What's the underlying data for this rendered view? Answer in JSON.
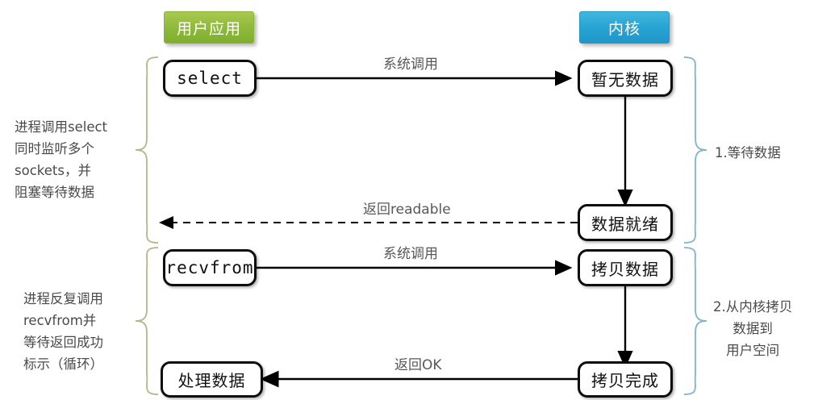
{
  "diagram": {
    "title": "select IO multiplexing flow",
    "colors": {
      "user_pill": "#8fba3c",
      "kernel_pill": "#27a4d4",
      "left_brace": "#b5b48a",
      "right_brace": "#7fb4c9",
      "node_border": "#0d0d0d",
      "arrow": "#000000",
      "label_text": "#575757"
    },
    "headers": {
      "user": "用户应用",
      "kernel": "内核"
    },
    "left_nodes": [
      {
        "id": "select",
        "label": "select",
        "type": "mono"
      },
      {
        "id": "recvfrom",
        "label": "recvfrom",
        "type": "mono"
      },
      {
        "id": "process",
        "label": "处理数据",
        "type": "cjk"
      }
    ],
    "right_nodes": [
      {
        "id": "no-data",
        "label": "暂无数据",
        "type": "cjk"
      },
      {
        "id": "data-ready",
        "label": "数据就绪",
        "type": "cjk"
      },
      {
        "id": "copy-data",
        "label": "拷贝数据",
        "type": "cjk"
      },
      {
        "id": "copy-done",
        "label": "拷贝完成",
        "type": "cjk"
      }
    ],
    "edge_labels": {
      "syscall_1": "系统调用",
      "return_readable": "返回readable",
      "syscall_2": "系统调用",
      "return_ok": "返回OK"
    },
    "left_notes": [
      "进程调用select\n同时监听多个\nsockets，并\n阻塞等待数据",
      "进程反复调用\nrecvfrom并\n等待返回成功\n标示（循环）"
    ],
    "right_notes": [
      "1.等待数据",
      "2.从内核拷贝\n数据到\n用户空间"
    ]
  }
}
